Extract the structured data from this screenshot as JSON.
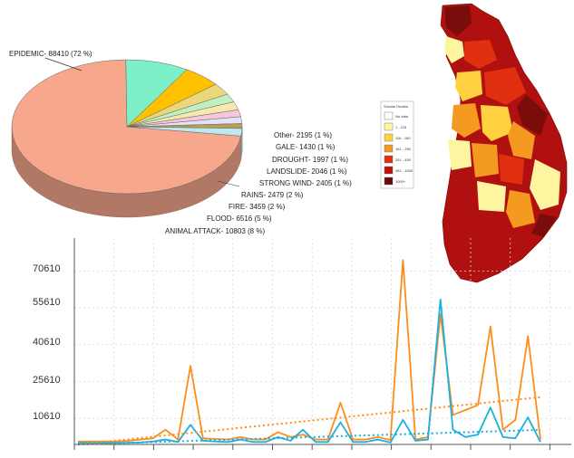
{
  "chart_data": [
    {
      "type": "pie",
      "title": "",
      "slices": [
        {
          "label": "EPIDEMIC- 88410 (72 %)",
          "value": 88410,
          "color": "#f6a78c"
        },
        {
          "label": "ANIMAL ATTACK- 10803 (8 %)",
          "value": 10803,
          "color": "#7ef0c8"
        },
        {
          "label": "FLOOD- 6516 (5 %)",
          "value": 6516,
          "color": "#ffc000"
        },
        {
          "label": "FIRE- 3459 (2 %)",
          "value": 3459,
          "color": "#e8d87a"
        },
        {
          "label": "RAINS- 2479 (2 %)",
          "value": 2479,
          "color": "#c0f0c0"
        },
        {
          "label": "STRONG WIND- 2405 (1 %)",
          "value": 2405,
          "color": "#f7e8b0"
        },
        {
          "label": "LANDSLIDE- 2046 (1 %)",
          "value": 2046,
          "color": "#f4c8d8"
        },
        {
          "label": "DROUGHT- 1997 (1 %)",
          "value": 1997,
          "color": "#e6e0f8"
        },
        {
          "label": "GALE- 1430 (1 %)",
          "value": 1430,
          "color": "#b8a050"
        },
        {
          "label": "Other- 2195 (1 %)",
          "value": 2195,
          "color": "#bce8f0"
        }
      ]
    },
    {
      "type": "line",
      "title": "",
      "xlabel": "",
      "ylabel": "",
      "ylim": [
        0,
        84000
      ],
      "yticks": [
        "10610",
        "25610",
        "40610",
        "55610",
        "70610"
      ],
      "yticks_values": [
        10610,
        25610,
        40610,
        55610,
        70610
      ],
      "grid": true,
      "series": [
        {
          "color": "#ff8c1a",
          "style": "solid",
          "values": [
            1200,
            1200,
            1200,
            1200,
            1500,
            2000,
            2500,
            6000,
            2000,
            32000,
            2500,
            2200,
            2000,
            3000,
            2000,
            2000,
            5000,
            3000,
            4000,
            2000,
            2000,
            17000,
            2000,
            2000,
            3000,
            1800,
            75000,
            2000,
            3000,
            53000,
            12000,
            14000,
            16000,
            48000,
            6000,
            10000,
            44000,
            2000
          ]
        },
        {
          "color": "#1ab0e0",
          "style": "solid",
          "values": [
            600,
            600,
            600,
            600,
            700,
            800,
            1200,
            2000,
            1000,
            8000,
            1500,
            1200,
            1000,
            2000,
            1000,
            1000,
            3000,
            1500,
            6000,
            1000,
            1000,
            9000,
            1000,
            1000,
            2000,
            800,
            10000,
            1500,
            2000,
            59000,
            6000,
            3000,
            4000,
            15000,
            3000,
            2500,
            11000,
            1000
          ]
        },
        {
          "color": "#ff8c1a",
          "style": "dotted",
          "values": [
            0,
            520,
            1040,
            1560,
            2080,
            2600,
            3120,
            3640,
            4160,
            4680,
            5200,
            5720,
            6240,
            6760,
            7280,
            7800,
            8320,
            8840,
            9360,
            9880,
            10400,
            10920,
            11440,
            11960,
            12480,
            13000,
            13520,
            14040,
            14560,
            15080,
            15600,
            16120,
            16640,
            17160,
            17680,
            18200,
            18720,
            19240
          ]
        },
        {
          "color": "#1ab0e0",
          "style": "dotted",
          "values": [
            0,
            160,
            320,
            480,
            640,
            800,
            960,
            1120,
            1280,
            1440,
            1600,
            1760,
            1920,
            2080,
            2240,
            2400,
            2560,
            2720,
            2880,
            3040,
            3200,
            3360,
            3520,
            3680,
            3840,
            4000,
            4160,
            4320,
            4480,
            4640,
            4800,
            4960,
            5120,
            5280,
            5440,
            5600,
            5760,
            5920
          ]
        }
      ]
    }
  ],
  "map": {
    "legend_title": "Suicide Deaths",
    "legend_items": [
      {
        "label": "No data",
        "color": "#ffffff"
      },
      {
        "label": "1 - 115",
        "color": "#fff5a0"
      },
      {
        "label": "116 - 160",
        "color": "#ffd040"
      },
      {
        "label": "161 - 250",
        "color": "#f59a20"
      },
      {
        "label": "251 - 450",
        "color": "#e03010"
      },
      {
        "label": "451 - 1000",
        "color": "#c01010"
      },
      {
        "label": "1000+",
        "color": "#6a0a0a"
      }
    ]
  }
}
